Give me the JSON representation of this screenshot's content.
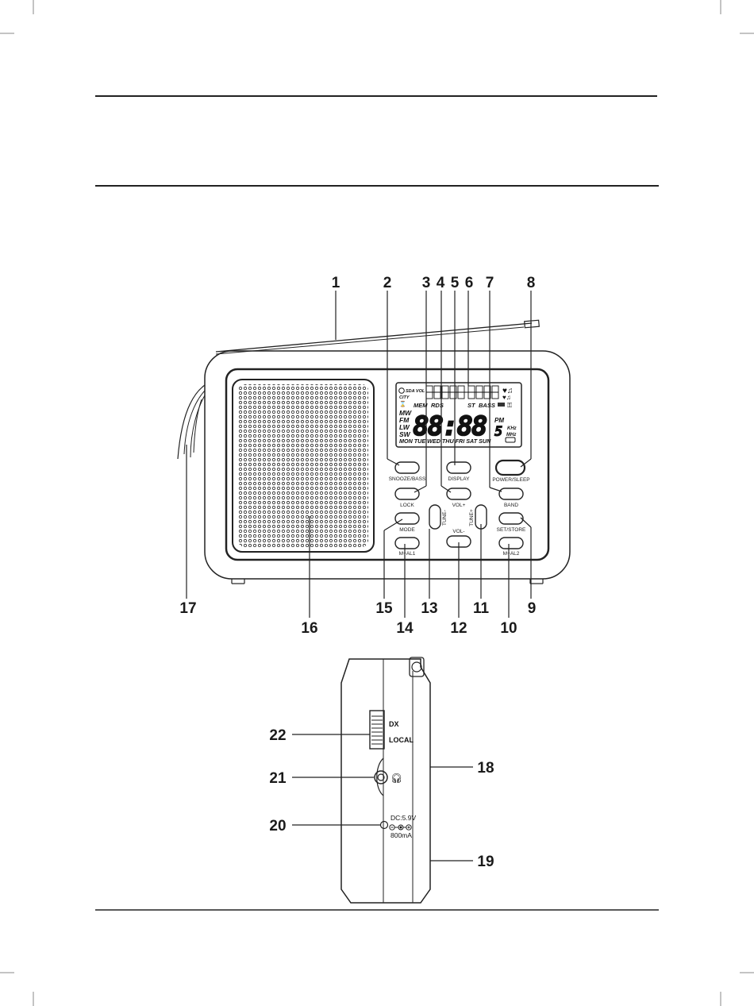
{
  "callouts_front": [
    "1",
    "2",
    "3",
    "4",
    "5",
    "6",
    "7",
    "8",
    "9",
    "10",
    "11",
    "12",
    "13",
    "14",
    "15",
    "16",
    "17"
  ],
  "callouts_side": [
    "18",
    "19",
    "20",
    "21",
    "22"
  ],
  "buttons": {
    "snooze_bass": "SNOOZE/BASS",
    "display": "DISPLAY",
    "power_sleep": "POWER/SLEEP",
    "lock": "LOCK",
    "vol_up": "VOL+",
    "band": "BAND",
    "mode": "MODE",
    "tune_down": "TUNE-",
    "tune_up": "TUNE+",
    "set_store": "SET/STORE",
    "m_al1": "M+AL1",
    "vol_down": "VOL-",
    "m_al2": "M+AL2"
  },
  "lcd": {
    "sda_vol": "SDA VOL",
    "city": "CITY",
    "mem": "MEM",
    "rds": "RDS",
    "st": "ST",
    "bass": "BASS",
    "mw": "MW",
    "fm": "FM",
    "lw": "LW",
    "sw": "SW",
    "digits": "88:88",
    "pm": "PM",
    "khz": "KHz",
    "mhz": "MHz",
    "days": "MON TUE WED THU FRI SAT SUN"
  },
  "side_panel": {
    "dx": "DX",
    "local": "LOCAL",
    "dc_line1": "DC:5.9V",
    "dc_line2": "800mA"
  }
}
